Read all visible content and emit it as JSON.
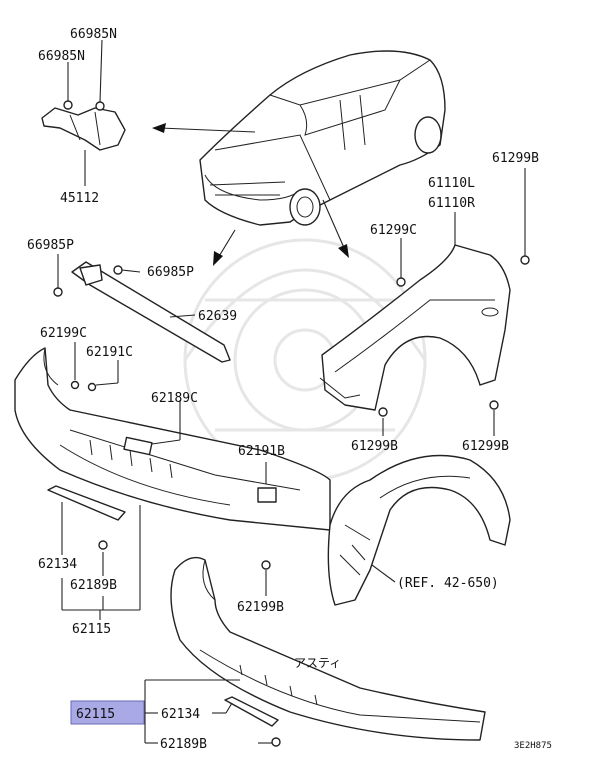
{
  "labels": {
    "p66985N_top": "66985N",
    "p66985N_mid": "66985N",
    "p45112": "45112",
    "p66985P_left": "66985P",
    "p66985P_right": "66985P",
    "p62639": "62639",
    "p62199C": "62199C",
    "p62191C": "62191C",
    "p62189C": "62189C",
    "p62191B": "62191B",
    "p62134_a": "62134",
    "p62189B_a": "62189B",
    "p62115_a": "62115",
    "p62199B": "62199B",
    "p61110L": "61110L",
    "p61110R": "61110R",
    "p61299C": "61299C",
    "p61299B_top": "61299B",
    "p61299B_bl": "61299B",
    "p61299B_br": "61299B",
    "ref": "(REF. 42-650)",
    "aste": "アスティ",
    "p62115_hl": "62115",
    "p62134_b": "62134",
    "p62189B_b": "62189B",
    "code": "3E2H875"
  },
  "colors": {
    "highlight": "#a9a9e6",
    "ink": "#222222",
    "watermark": "#e6e6e6"
  }
}
